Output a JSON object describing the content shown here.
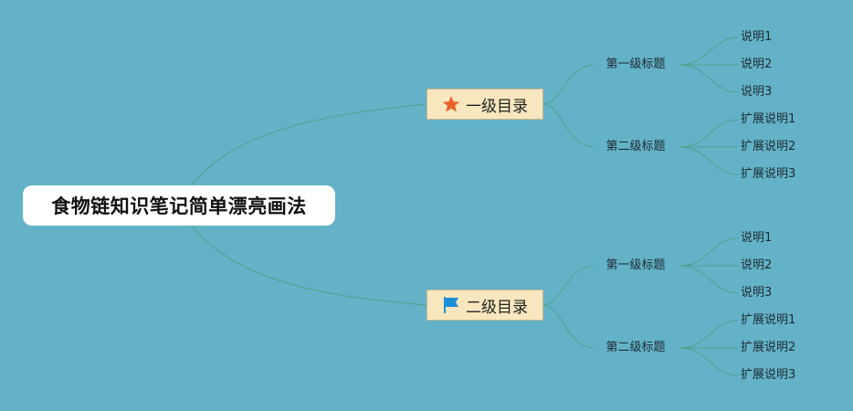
{
  "root": {
    "label": "食物链知识笔记简单漂亮画法"
  },
  "branches": [
    {
      "label": "一级目录",
      "icon": "star-icon",
      "icon_color": "#e8612c",
      "children": [
        {
          "label": "第一级标题",
          "leaves": [
            "说明1",
            "说明2",
            "说明3"
          ]
        },
        {
          "label": "第二级标题",
          "leaves": [
            "扩展说明1",
            "扩展说明2",
            "扩展说明3"
          ]
        }
      ]
    },
    {
      "label": "二级目录",
      "icon": "flag-icon",
      "icon_color": "#1b8fd8",
      "children": [
        {
          "label": "第一级标题",
          "leaves": [
            "说明1",
            "说明2",
            "说明3"
          ]
        },
        {
          "label": "第二级标题",
          "leaves": [
            "扩展说明1",
            "扩展说明2",
            "扩展说明3"
          ]
        }
      ]
    }
  ],
  "colors": {
    "background": "#63b2c8",
    "connector": "#4fa08a",
    "topic_fill": "#f8e6be"
  }
}
